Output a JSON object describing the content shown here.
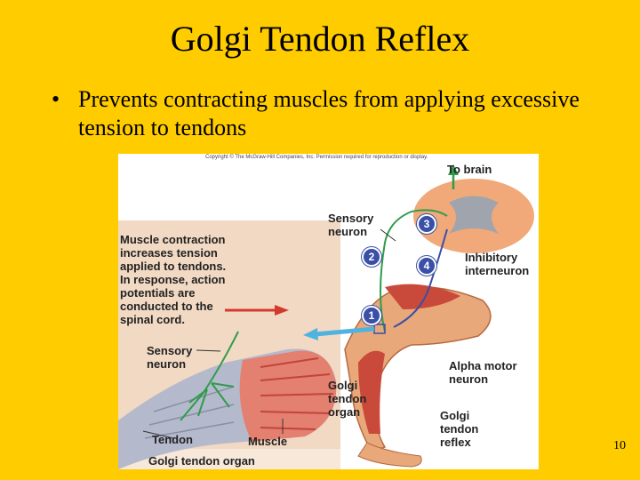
{
  "slide": {
    "title": "Golgi Tendon Reflex",
    "bullet": "Prevents contracting muscles from applying excessive tension to tendons",
    "page_number": "10"
  },
  "figure": {
    "copyright": "Copyright © The McGraw-Hill Companies, Inc. Permission required for reproduction or display.",
    "labels": {
      "to_brain": "To brain",
      "sensory_neuron_top": "Sensory\nneuron",
      "inhibitory_interneuron": "Inhibitory\ninterneuron",
      "muscle_contraction": "Muscle contraction\nincreases tension\napplied to tendons.\nIn response, action\npotentials are\nconducted to the\nspinal cord.",
      "sensory_neuron_left": "Sensory\nneuron",
      "golgi_tendon_organ_mid": "Golgi\ntendon\norgan",
      "alpha_motor_neuron": "Alpha motor\nneuron",
      "golgi_tendon_reflex": "Golgi\ntendon\nreflex",
      "tendon": "Tendon",
      "muscle": "Muscle",
      "golgi_tendon_organ_bottom": "Golgi tendon organ"
    },
    "steps": [
      "1",
      "2",
      "3",
      "4"
    ]
  }
}
